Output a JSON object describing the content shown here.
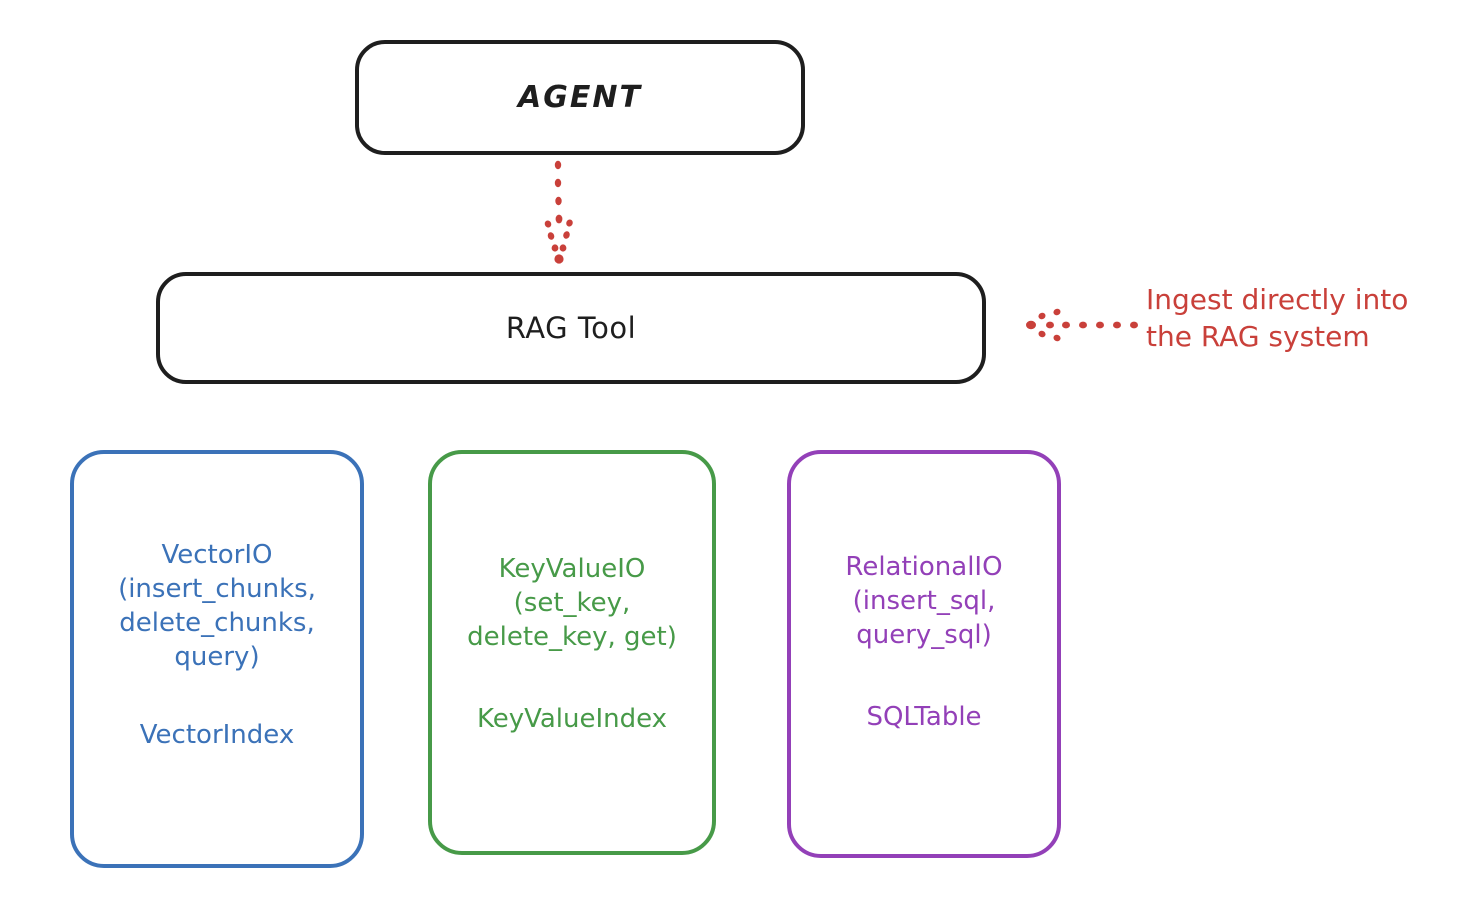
{
  "diagram": {
    "title_node": {
      "label": "AGENT"
    },
    "tool_node": {
      "label": "RAG Tool"
    },
    "providers": [
      {
        "name": "VectorIO",
        "api": "VectorIO\n(insert_chunks,\ndelete_chunks,\nquery)",
        "index": "VectorIndex",
        "color": "#3b72b8"
      },
      {
        "name": "KeyValueIO",
        "api": "KeyValueIO\n(set_key,\ndelete_key, get)",
        "index": "KeyValueIndex",
        "color": "#479a48"
      },
      {
        "name": "RelationalIO",
        "api": "RelationalIO\n(insert_sql,\nquery_sql)",
        "index": "SQLTable",
        "color": "#9340b8"
      }
    ],
    "annotation": {
      "text": "Ingest directly into\nthe RAG system",
      "color": "#c9403a"
    },
    "connectors": [
      {
        "name": "agent-to-ragtool",
        "style": "dotted-arrow-down",
        "color": "#c9403a"
      },
      {
        "name": "ingest-into-ragtool",
        "style": "dotted-arrow-left",
        "color": "#c9403a"
      }
    ],
    "colors": {
      "stroke": "#1e1e1e",
      "background": "#ffffff",
      "accent_red": "#c9403a",
      "blue": "#3b72b8",
      "green": "#479a48",
      "purple": "#9340b8"
    }
  }
}
